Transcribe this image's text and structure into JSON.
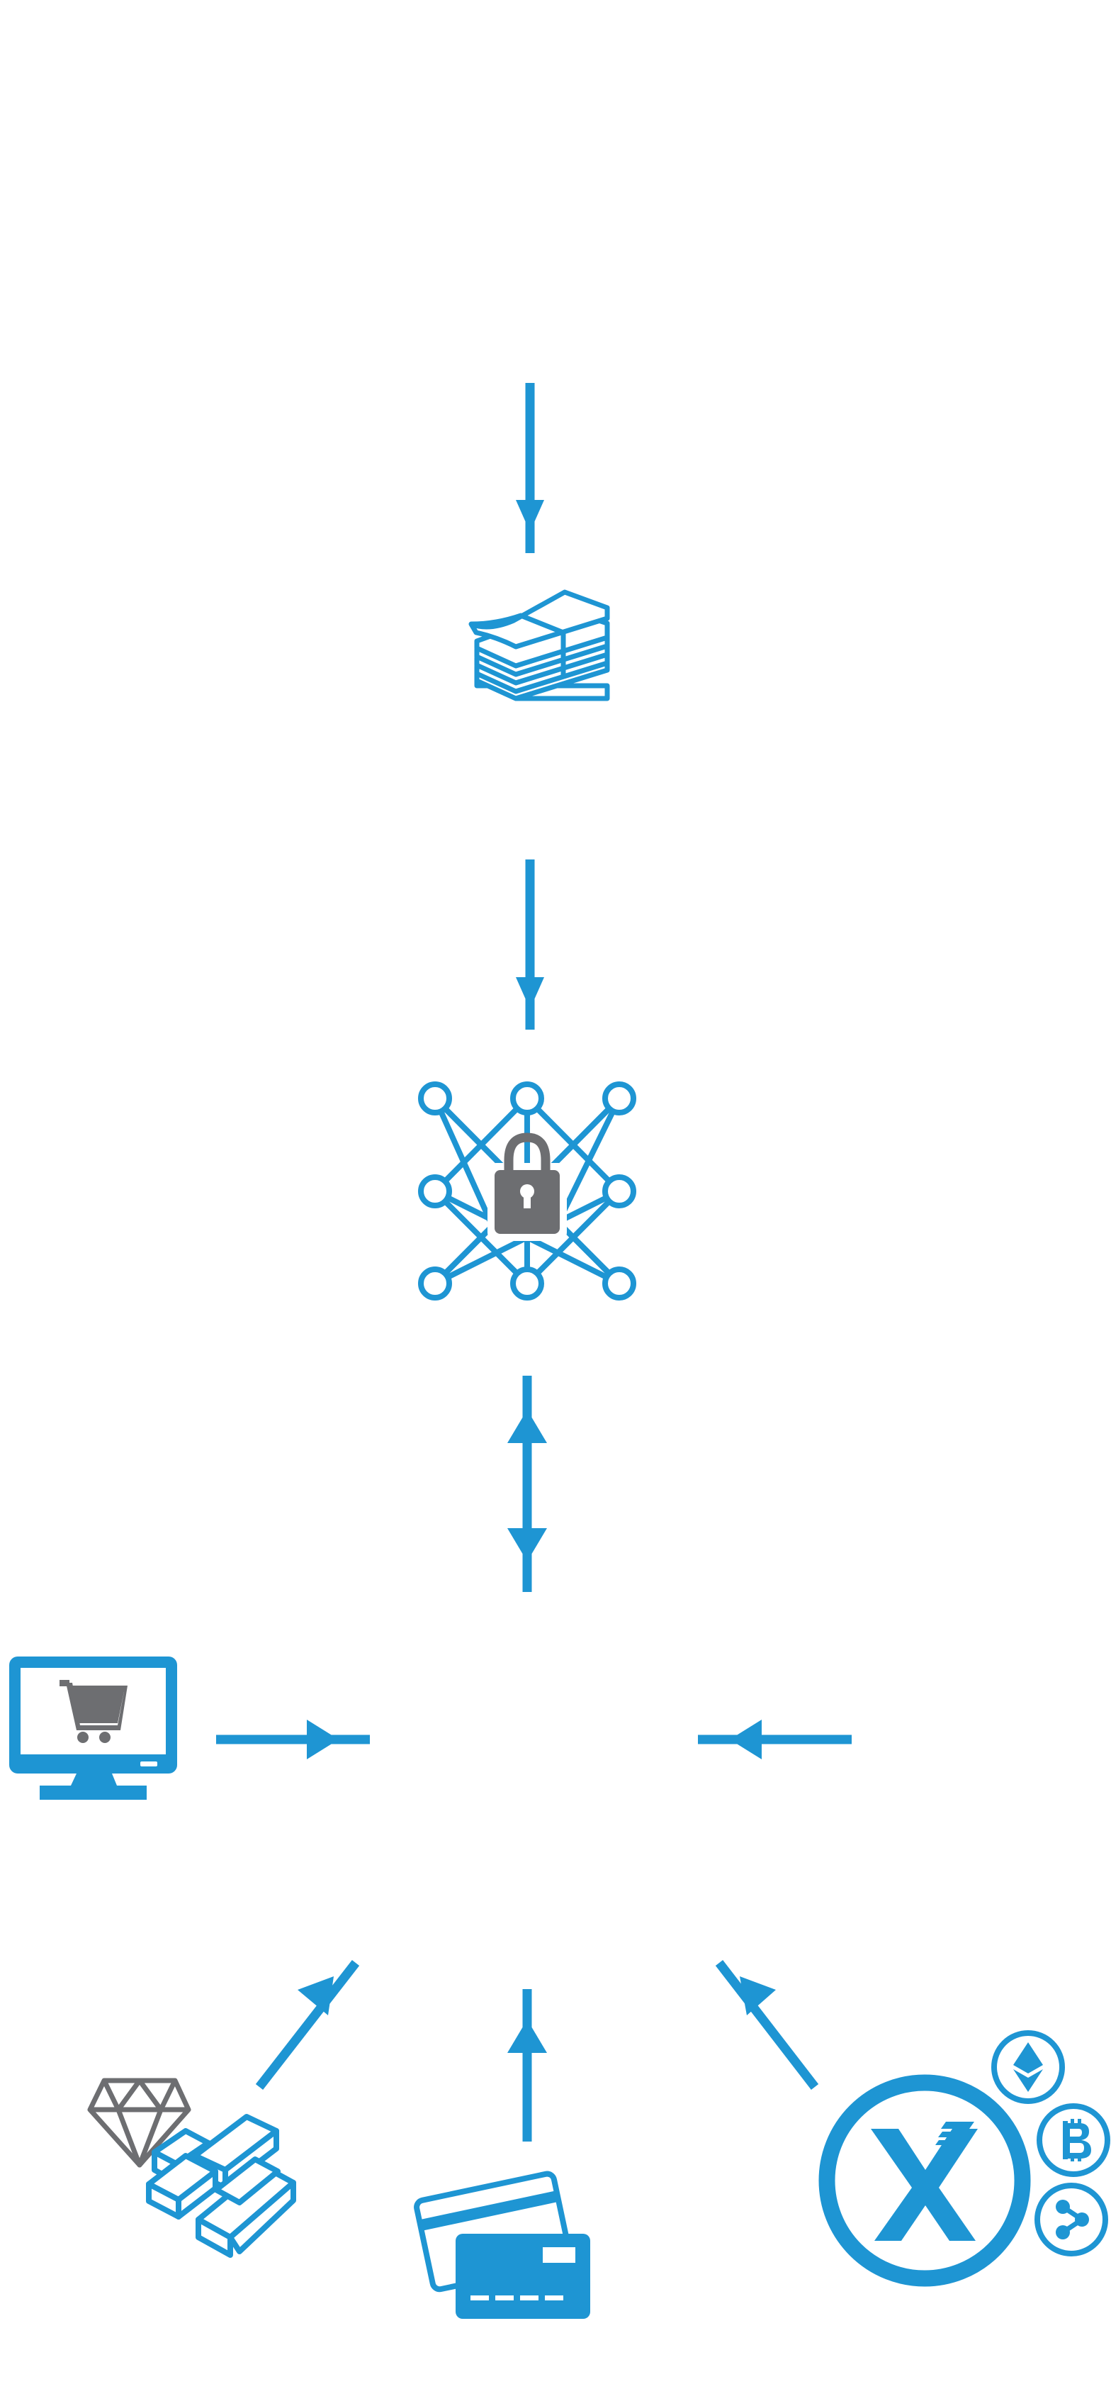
{
  "colors": {
    "primary_blue": "#1e95d3",
    "icon_gray": "#6d6e71",
    "background": "#ffffff"
  },
  "nodes": [
    {
      "id": "cash",
      "icon": "cash-stack-icon"
    },
    {
      "id": "secure-network",
      "icon": "locked-network-icon"
    },
    {
      "id": "online-shop",
      "icon": "monitor-shopping-cart-icon"
    },
    {
      "id": "precious-metals",
      "icon": "diamond-gold-bars-icon"
    },
    {
      "id": "cards",
      "icon": "credit-cards-icon"
    },
    {
      "id": "crypto",
      "icon": "crypto-coins-icon"
    }
  ],
  "edges": [
    {
      "from": "top",
      "to": "cash",
      "direction": "down"
    },
    {
      "from": "cash",
      "to": "secure-network",
      "direction": "down"
    },
    {
      "from": "secure-network",
      "to": "center",
      "direction": "both"
    },
    {
      "from": "online-shop",
      "to": "center",
      "direction": "right"
    },
    {
      "from": "right",
      "to": "center",
      "direction": "left"
    },
    {
      "from": "precious-metals",
      "to": "center",
      "direction": "up-right"
    },
    {
      "from": "cards",
      "to": "center",
      "direction": "up"
    },
    {
      "from": "crypto",
      "to": "center",
      "direction": "up-left"
    }
  ],
  "labels": {
    "crypto_coin_letter": "X"
  }
}
